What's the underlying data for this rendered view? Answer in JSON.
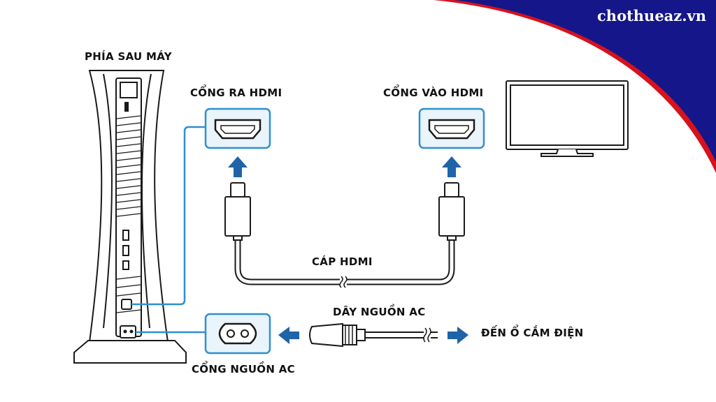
{
  "brand": {
    "text": "chothueaz.vn",
    "color": "#15168a",
    "accent": "#d6121c"
  },
  "labels": {
    "console_back": "PHÍA SAU MÁY",
    "hdmi_out": "CỔNG RA HDMI",
    "hdmi_in": "CỔNG VÀO HDMI",
    "hdmi_cable": "CÁP HDMI",
    "ac_cord": "DÂY NGUỒN AC",
    "to_outlet": "ĐẾN Ổ CẮM ĐIỆN",
    "ac_port": "CỔNG NGUỒN AC"
  },
  "colors": {
    "line": "#2f8fd0",
    "arrow": "#1f64a8",
    "outline": "#1a1a1a",
    "port_bg": "#eaf4fb"
  },
  "icons": [
    "console-icon",
    "hdmi-port-icon",
    "tv-icon",
    "hdmi-plug-icon",
    "power-plug-icon",
    "ac-port-icon",
    "arrow-icon"
  ]
}
